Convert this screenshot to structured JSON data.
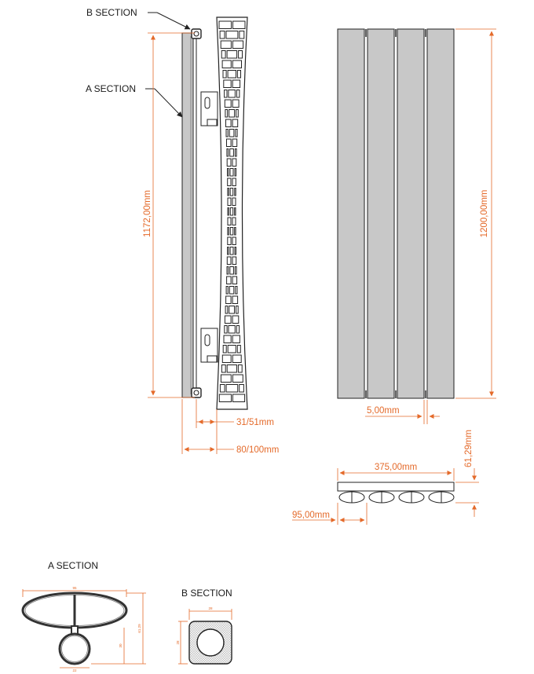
{
  "sections": {
    "b_callout": "B SECTION",
    "a_callout": "A SECTION",
    "a_title": "A SECTION",
    "b_title": "B SECTION"
  },
  "dimensions": {
    "side_height": "1172,00mm",
    "front_height": "1200,00mm",
    "gap": "5,00mm",
    "wall_gap": "31/51mm",
    "depth": "80/100mm",
    "width": "375,00mm",
    "top_depth": "61,29mm",
    "column_pitch": "95,00mm"
  },
  "section_a_dims": {
    "width": "95",
    "tube_height": "61.29",
    "tube_depth": "30",
    "tube_width": "22"
  },
  "section_b_dims": {
    "width": "28",
    "height": "28"
  },
  "colors": {
    "panel": "#c8c8c8",
    "outline": "#222222",
    "dimension": "#e46a2a"
  }
}
